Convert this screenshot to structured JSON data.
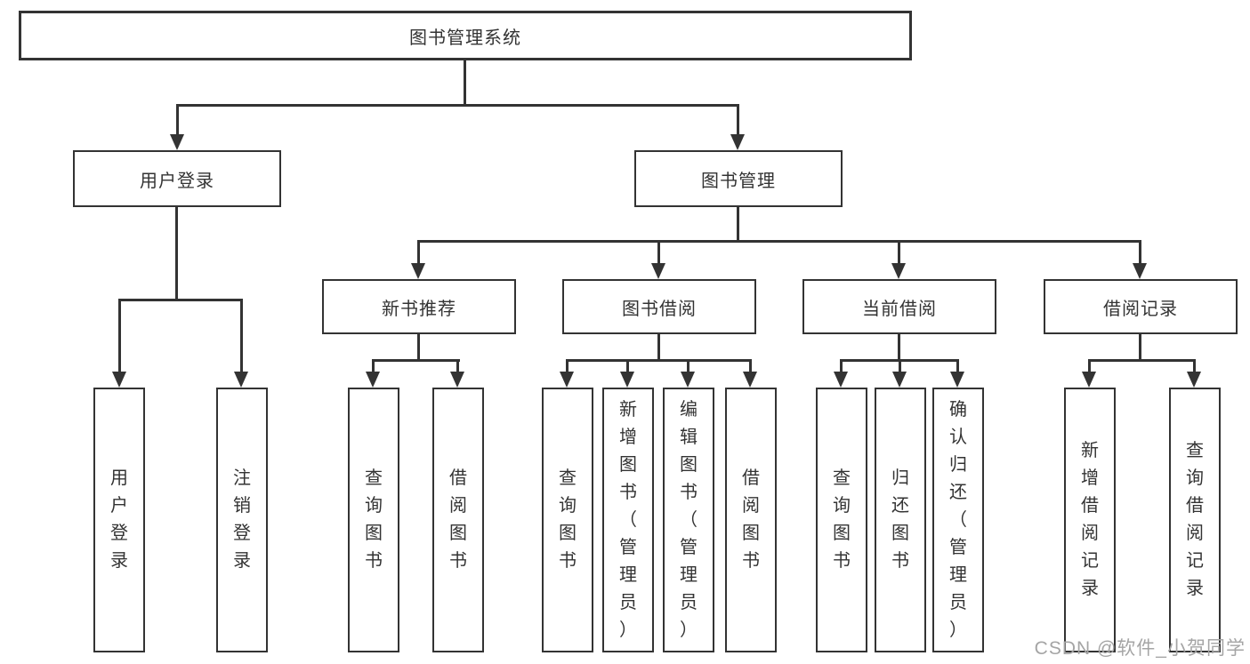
{
  "colors": {
    "line": "#333333",
    "text": "#333333",
    "watermark": "#a5a5a5",
    "background": "#ffffff"
  },
  "watermark": "CSDN @软件_小贺同学",
  "nodes": {
    "root": "图书管理系统",
    "user_login": "用户登录",
    "book_mgmt": "图书管理",
    "new_book_rec": "新书推荐",
    "book_borrow": "图书借阅",
    "current_borrow": "当前借阅",
    "borrow_records": "借阅记录"
  },
  "leaves": {
    "user_login": [
      "用户登录",
      "注销登录"
    ],
    "new_book_rec": [
      "查询图书",
      "借阅图书"
    ],
    "book_borrow": [
      "查询图书",
      "新增图书（管理员）",
      "编辑图书（管理员）",
      "借阅图书"
    ],
    "current_borrow": [
      "查询图书",
      "归还图书",
      "确认归还（管理员）"
    ],
    "borrow_records": [
      "新增借阅记录",
      "查询借阅记录"
    ]
  },
  "hierarchy": {
    "root": "图书管理系统",
    "children": [
      {
        "label": "用户登录",
        "children": [
          "用户登录",
          "注销登录"
        ]
      },
      {
        "label": "图书管理",
        "children": [
          {
            "label": "新书推荐",
            "children": [
              "查询图书",
              "借阅图书"
            ]
          },
          {
            "label": "图书借阅",
            "children": [
              "查询图书",
              "新增图书（管理员）",
              "编辑图书（管理员）",
              "借阅图书"
            ]
          },
          {
            "label": "当前借阅",
            "children": [
              "查询图书",
              "归还图书",
              "确认归还（管理员）"
            ]
          },
          {
            "label": "借阅记录",
            "children": [
              "新增借阅记录",
              "查询借阅记录"
            ]
          }
        ]
      }
    ]
  }
}
